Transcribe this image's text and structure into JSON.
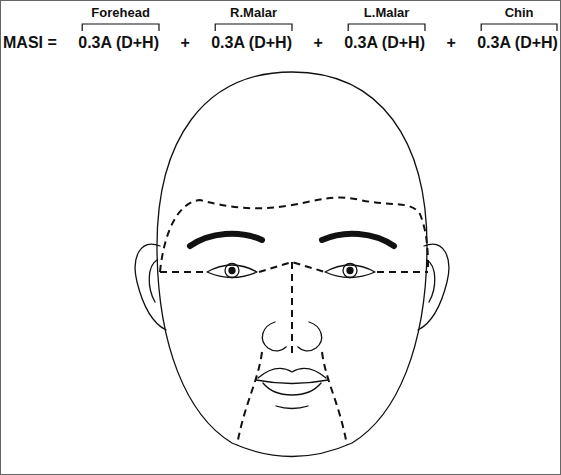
{
  "diagram": {
    "labels": [
      "Forehead",
      "R.Malar",
      "L.Malar",
      "Chin",
      "MASI =",
      "0.3A (D+H)",
      "+",
      "0.3A (D+H)",
      "+",
      "0.3A (D+H)",
      "+",
      "0.3A (D+H)"
    ]
  }
}
